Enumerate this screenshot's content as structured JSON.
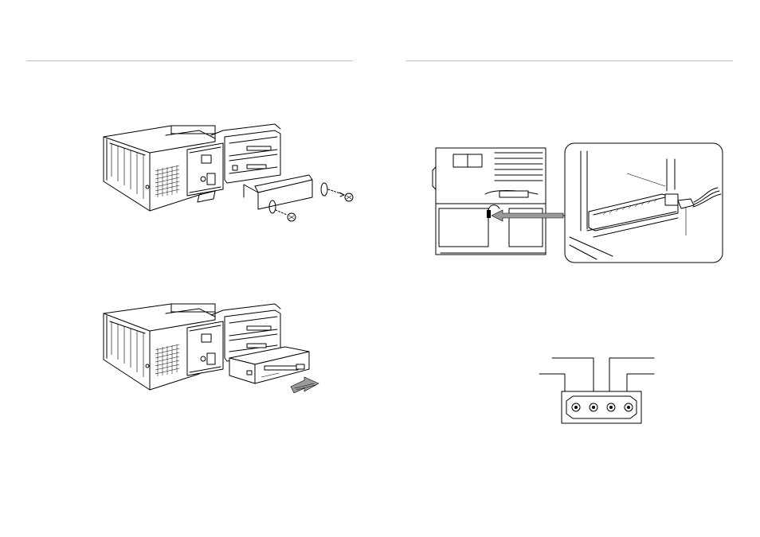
{
  "document": {
    "pages": [
      {
        "side": "left",
        "figures": [
          "remove-bracket-illustration",
          "insert-drive-illustration"
        ]
      },
      {
        "side": "right",
        "figures": [
          "cable-connection-illustration",
          "power-connector-pinout"
        ]
      }
    ],
    "visible_text": []
  },
  "colors": {
    "page_background": "#ffffff",
    "line_art": "#000000",
    "header_rule": "#bdbdbd",
    "arrow_fill": "#9a9a9a"
  },
  "icons": {
    "screw": "screw-icon",
    "push_arrow": "arrow-right-icon",
    "pointer_arrow": "arrow-left-icon"
  }
}
